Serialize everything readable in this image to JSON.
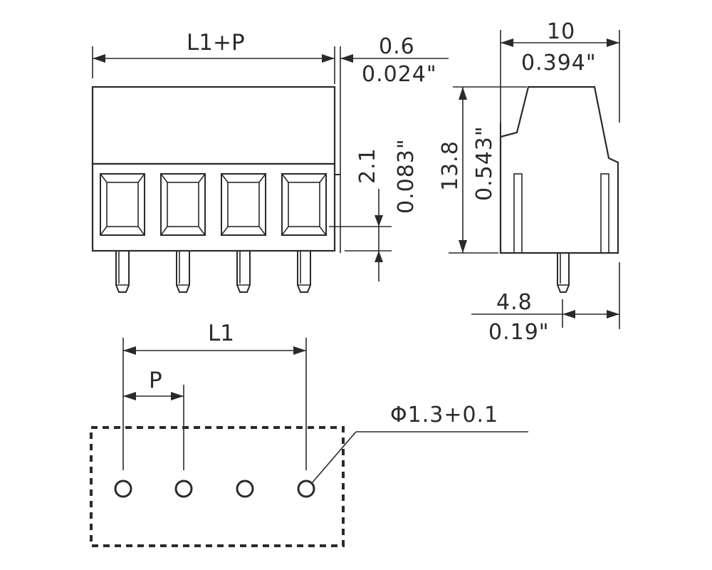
{
  "front_view": {
    "overall_label": "L1+P",
    "offset_mm": "0.6",
    "offset_in": "0.024\"",
    "pin_offset_mm": "2.1",
    "pin_offset_in": "0.083\""
  },
  "side_view": {
    "width_mm": "10",
    "width_in": "0.394\"",
    "height_mm": "13.8",
    "height_in": "0.543\"",
    "pin_pos_mm": "4.8",
    "pin_pos_in": "0.19\""
  },
  "footprint": {
    "span_label": "L1",
    "pitch_label": "P",
    "hole_label": "Φ1.3+0.1"
  }
}
